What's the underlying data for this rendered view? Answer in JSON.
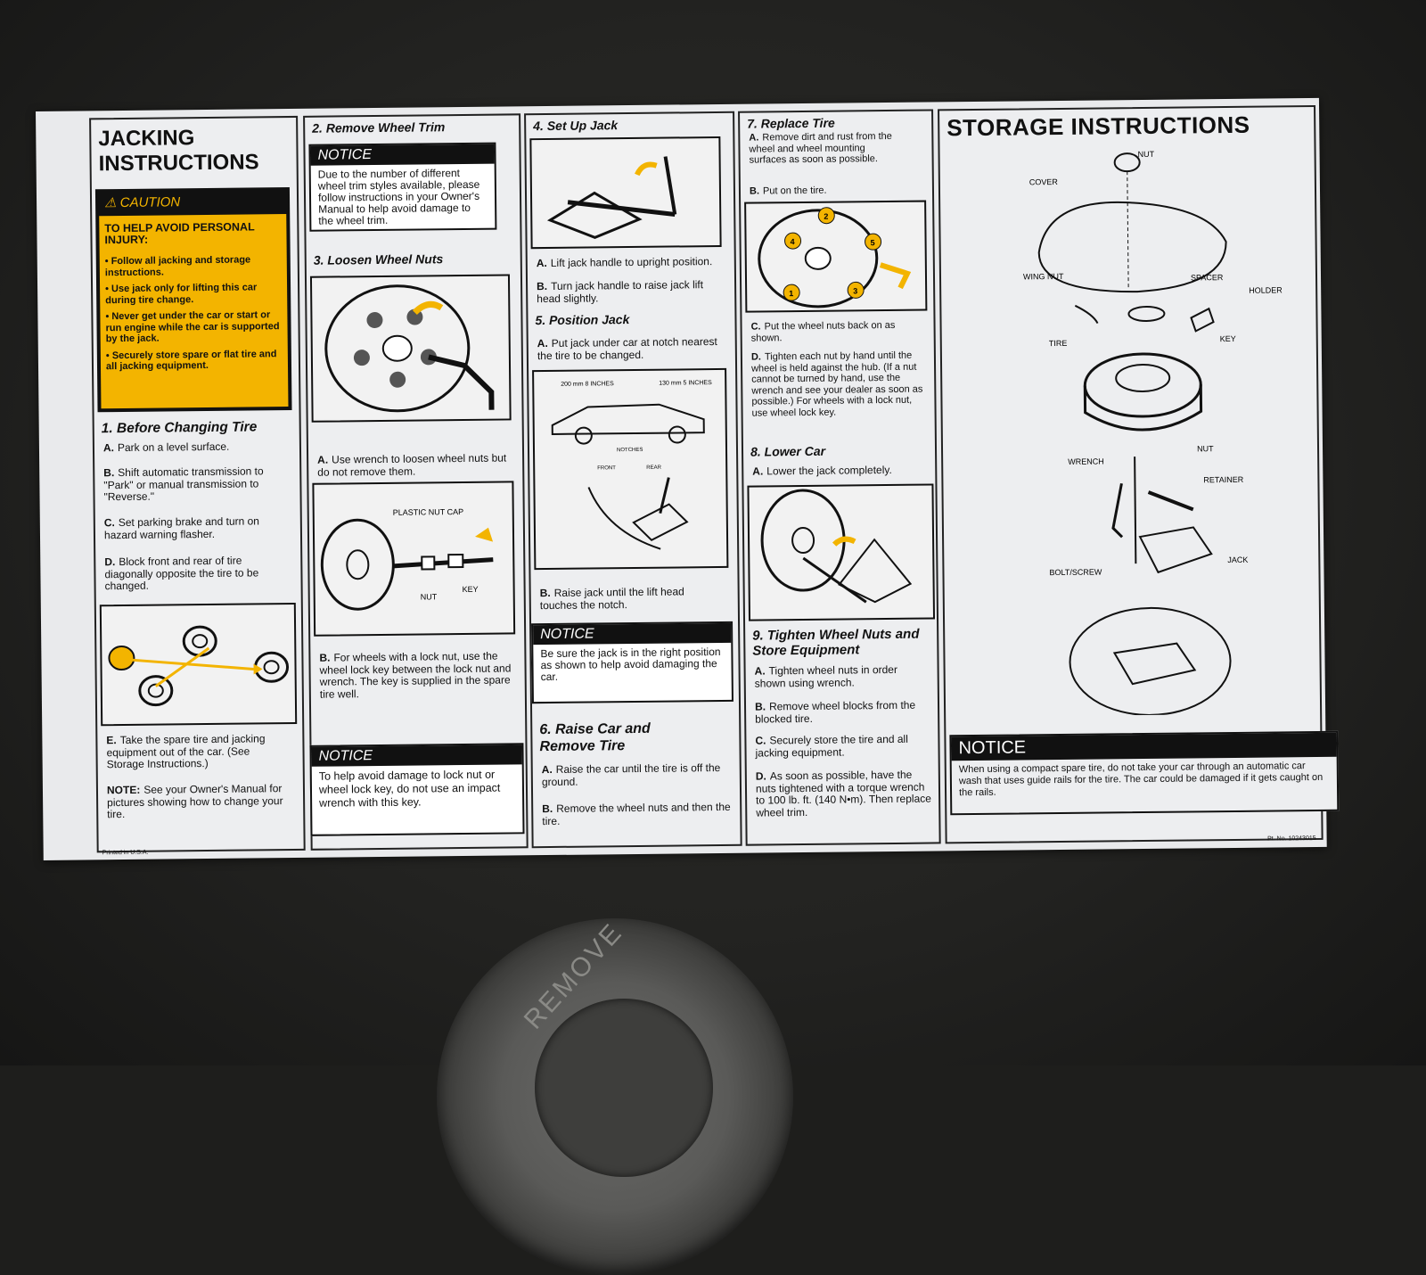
{
  "background": {
    "cover_text": "REMOVE"
  },
  "col1": {
    "title": "JACKING INSTRUCTIONS",
    "caution_head": "CAUTION",
    "caution_title": "TO HELP AVOID PERSONAL INJURY:",
    "caution_items": [
      "• Follow all jacking and storage instructions.",
      "• Use jack only for lifting this car during tire change.",
      "• Never get under the car or start or run engine while the car is supported by the jack.",
      "• Securely store spare or flat tire and all jacking equipment."
    ],
    "step1": "1. Before Changing Tire",
    "a": "Park on a level surface.",
    "b": "Shift automatic transmission to \"Park\" or manual transmission to \"Reverse.\"",
    "c": "Set parking brake and turn on hazard warning flasher.",
    "d": "Block front and rear of tire diagonally opposite the tire to be changed.",
    "e": "Take the spare tire and jacking equipment out of the car. (See Storage Instructions.)",
    "note_label": "NOTE:",
    "note": "See your Owner's Manual for pictures showing how to change your tire.",
    "printed": "Printed in U.S.A."
  },
  "col2": {
    "step2": "2. Remove Wheel Trim",
    "notice1_head": "NOTICE",
    "notice1": "Due to the number of different wheel trim styles available, please follow instructions in your Owner's Manual to help avoid damage to the wheel trim.",
    "step3": "3. Loosen Wheel Nuts",
    "a": "Use wrench to loosen wheel nuts but do not remove them.",
    "fig_plastic": "PLASTIC NUT CAP",
    "fig_nut": "NUT",
    "fig_key": "KEY",
    "b": "For wheels with a lock nut, use the wheel lock key between the lock nut and wrench. The key is supplied in the spare tire well.",
    "notice2_head": "NOTICE",
    "notice2": "To help avoid damage to lock nut or wheel lock key, do not use an impact wrench with this key."
  },
  "col3": {
    "step4": "4. Set Up Jack",
    "a": "Lift jack handle to upright position.",
    "b": "Turn jack handle to raise jack lift head slightly.",
    "step5": "5. Position Jack",
    "a5": "Put jack under car at notch nearest the tire to be changed.",
    "dim1": "200 mm 8 INCHES",
    "dim2": "130 mm 5 INCHES",
    "notches": "NOTCHES",
    "front": "FRONT",
    "rear": "REAR",
    "b5": "Raise jack until the lift head touches the notch.",
    "notice_head": "NOTICE",
    "notice": "Be sure the jack is in the right position as shown to help avoid damaging the car.",
    "step6": "6. Raise Car and Remove Tire",
    "a6": "Raise the car until the tire is off the ground.",
    "b6": "Remove the wheel nuts and then the tire."
  },
  "col4": {
    "step7": "7. Replace Tire",
    "a": "Remove dirt and rust from the wheel and wheel mounting surfaces as soon as possible.",
    "b": "Put on the tire.",
    "c": "Put the wheel nuts back on as shown.",
    "d": "Tighten each nut by hand until the wheel is held against the hub. (If a nut cannot be turned by hand, use the wrench and see your dealer as soon as possible.) For wheels with a lock nut, use wheel lock key.",
    "step8": "8. Lower Car",
    "a8": "Lower the jack completely.",
    "step9": "9. Tighten Wheel Nuts and Store Equipment",
    "a9": "Tighten wheel nuts in order shown using wrench.",
    "b9": "Remove wheel blocks from the blocked tire.",
    "c9": "Securely store the tire and all jacking equipment.",
    "d9": "As soon as possible, have the nuts tightened with a torque wrench to 100 lb. ft. (140 N•m). Then replace wheel trim.",
    "nums": [
      "1",
      "2",
      "3",
      "4",
      "5"
    ]
  },
  "col5": {
    "title": "STORAGE INSTRUCTIONS",
    "labels": {
      "nut": "NUT",
      "cover": "COVER",
      "wing_nut": "WING NUT",
      "spacer": "SPACER",
      "holder": "HOLDER",
      "key": "KEY",
      "tire": "TIRE",
      "nut2": "NUT",
      "wrench": "WRENCH",
      "retainer": "RETAINER",
      "jack": "JACK",
      "bolt": "BOLT/SCREW"
    },
    "notice_head": "NOTICE",
    "notice": "When using a compact spare tire, do not take your car through an automatic car wash that uses guide rails for the tire. The car could be damaged if it gets caught on the rails.",
    "partno": "Pt. No. 10243015"
  },
  "colors": {
    "caution_yellow": "#f3b400",
    "label_bg": "#e9eaec"
  }
}
